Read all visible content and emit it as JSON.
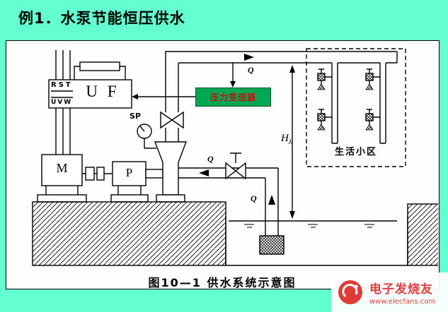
{
  "title": "例1．水泵节能恒压供水",
  "colors": {
    "background": "#63FFCE",
    "panel": "#FEFEFE",
    "transmitter_bg": "#00A651",
    "transmitter_text": "#CC1111",
    "watermark_red": "#E04040",
    "line": "#000000"
  },
  "diagram": {
    "vfd": {
      "top_terminals": "RST",
      "label": "U F",
      "bottom_terminals": "UVW"
    },
    "gauge": "SP",
    "motor": "M",
    "pump": "P",
    "transmitter": "压力变送器",
    "residential_area": "生活小区",
    "head_symbol": "H",
    "head_sub": "λ",
    "flow": [
      "Q",
      "Q",
      "Q"
    ],
    "caption": "图10—1  供水系统示意图"
  },
  "watermark": {
    "name": "电子发烧友",
    "site": "www.elecfans.com"
  }
}
